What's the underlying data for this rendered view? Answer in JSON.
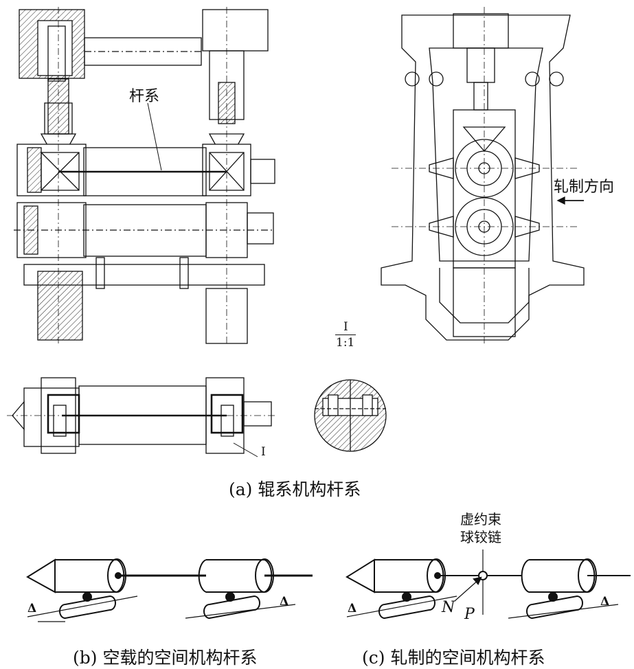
{
  "labels": {
    "rod_system": "杆系",
    "rolling_direction": "轧制方向",
    "detail_mark": "I",
    "detail_scale": "1:1",
    "section_mark": "I",
    "virtual_joint_line1": "虚约束",
    "virtual_joint_line2": "球铰链",
    "force_n": "N",
    "force_p": "P",
    "delta": "Δ"
  },
  "captions": {
    "a": "(a) 辊系机构杆系",
    "b": "(b) 空载的空间机构杆系",
    "c": "(c) 轧制的空间机构杆系"
  }
}
